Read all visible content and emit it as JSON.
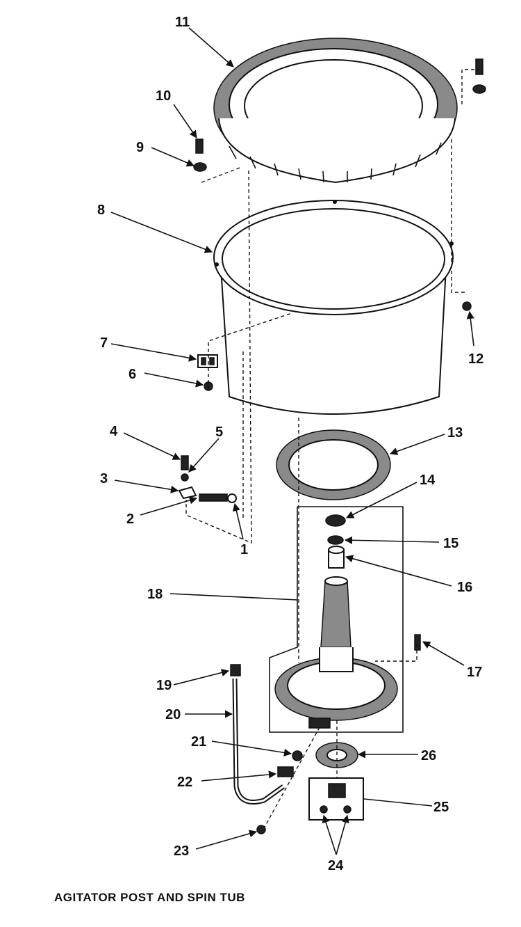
{
  "title": "AGITATOR POST AND SPIN TUB",
  "callouts": [
    "1",
    "2",
    "3",
    "4",
    "5",
    "6",
    "7",
    "8",
    "9",
    "10",
    "11",
    "12",
    "13",
    "14",
    "15",
    "16",
    "17",
    "18",
    "19",
    "20",
    "21",
    "22",
    "23",
    "24",
    "25",
    "26"
  ]
}
